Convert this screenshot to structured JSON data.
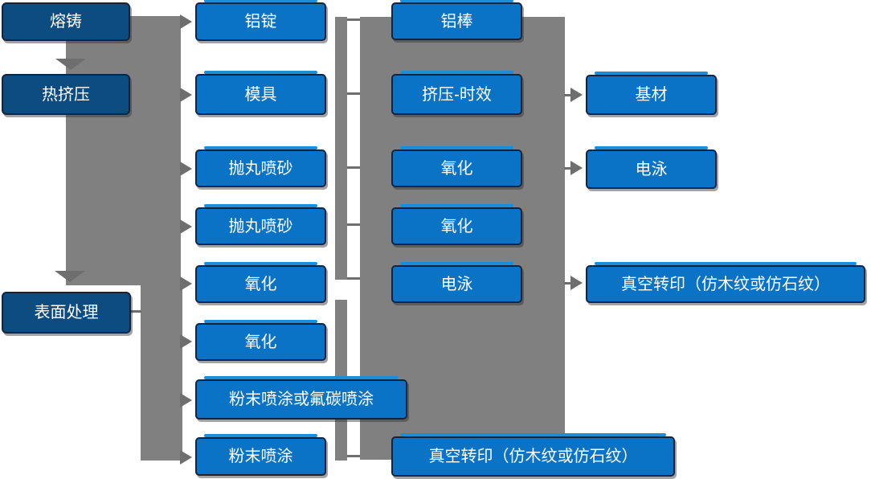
{
  "diagram": {
    "type": "flowchart",
    "direction": "left-to-right",
    "nodes": {
      "melting": "熔铸",
      "hot_extrusion": "热挤压",
      "surface_treatment": "表面处理",
      "aluminum_ingot": "铝锭",
      "mold": "模具",
      "shot_blasting_1": "抛丸喷砂",
      "shot_blasting_2": "抛丸喷砂",
      "oxidation_1": "氧化",
      "oxidation_2": "氧化",
      "powder_or_fluorocarbon_spray": "粉末喷涂或氟碳喷涂",
      "powder_spray": "粉末喷涂",
      "aluminum_rod": "铝棒",
      "extrusion_aging": "挤压-时效",
      "oxidation_3": "氧化",
      "oxidation_4": "氧化",
      "electrophoresis_1": "电泳",
      "vacuum_transfer_1": "真空转印（仿木纹或仿石纹）",
      "base_material": "基材",
      "electrophoresis_2": "电泳",
      "vacuum_transfer_2": "真空转印（仿木纹或仿石纹）"
    },
    "colors": {
      "stage_node_fill": "#0d4c80",
      "process_node_fill": "#0a73c5",
      "node_border": "#15233c",
      "node_text": "#ffffff",
      "node_top_highlight": "#1c8ed8",
      "connector_gray": "#808080",
      "arrow_gray": "#6e6e6e",
      "background": "#ffffff"
    }
  }
}
